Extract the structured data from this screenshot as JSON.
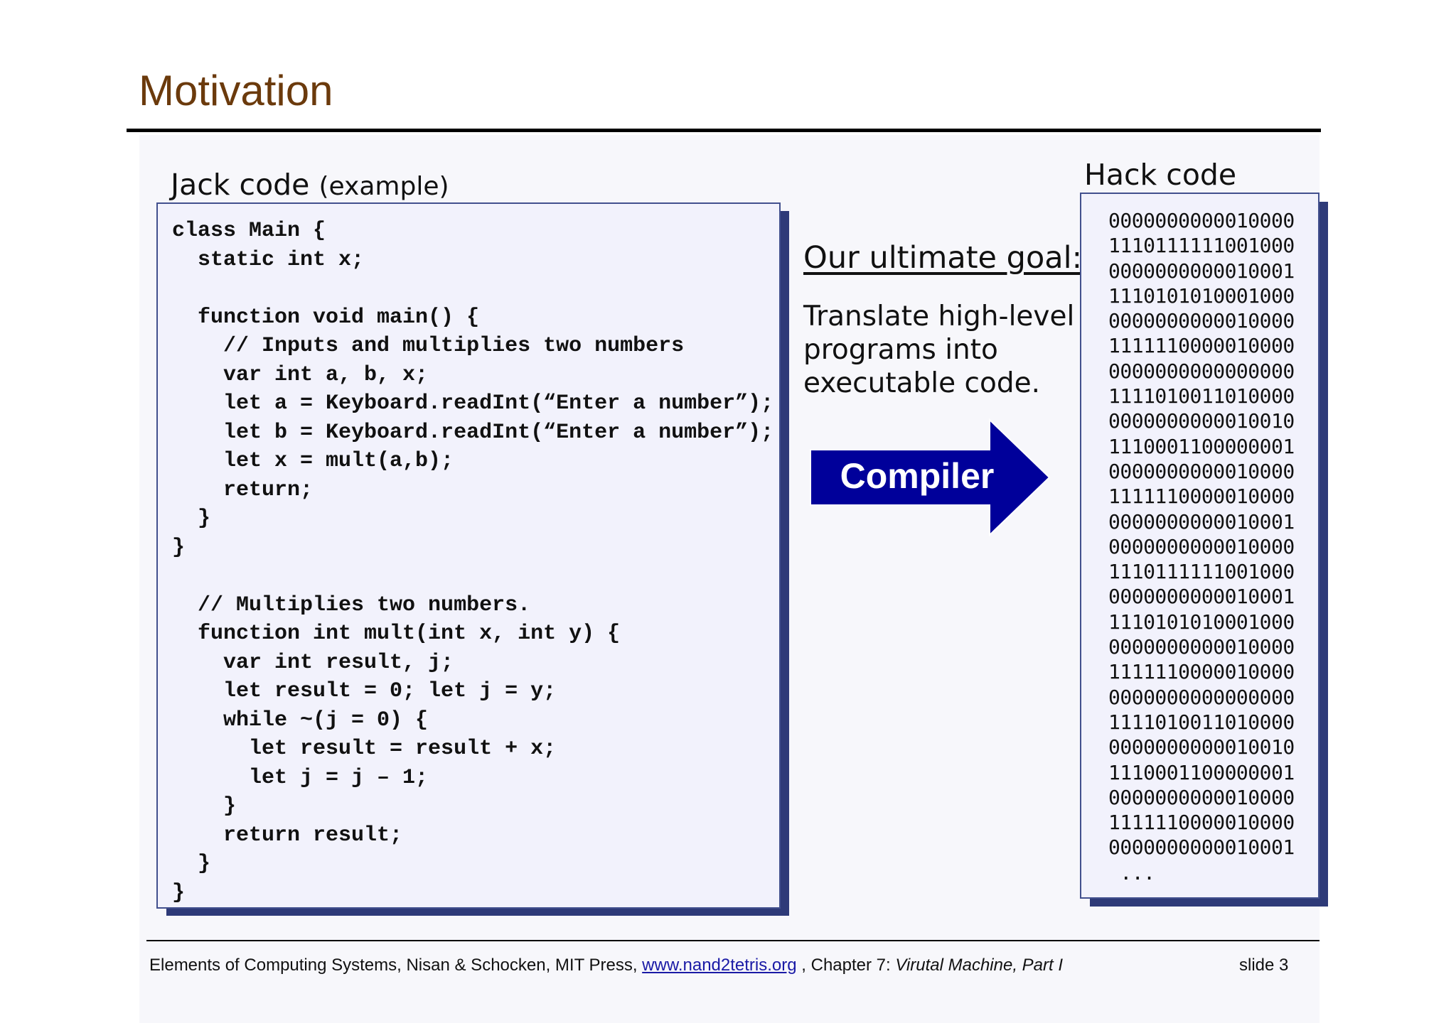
{
  "slide": {
    "title": "Motivation",
    "jack_label": "Jack code",
    "jack_label_suffix": "(example)",
    "hack_label": "Hack code",
    "goal_heading": "Our ultimate goal:",
    "goal_text": "Translate high-level programs into executable code.",
    "compiler_label": "Compiler"
  },
  "jack_code": "class Main {\n  static int x;\n\n  function void main() {\n    // Inputs and multiplies two numbers\n    var int a, b, x;\n    let a = Keyboard.readInt(“Enter a number”);\n    let b = Keyboard.readInt(“Enter a number”);\n    let x = mult(a,b);\n    return;\n  }\n}\n\n  // Multiplies two numbers.\n  function int mult(int x, int y) {\n    var int result, j;\n    let result = 0; let j = y;\n    while ~(j = 0) {\n      let result = result + x;\n      let j = j – 1;\n    }\n    return result;\n  }\n}",
  "hack_code": "0000000000010000\n1110111111001000\n0000000000010001\n1110101010001000\n0000000000010000\n1111110000010000\n0000000000000000\n1111010011010000\n0000000000010010\n1110001100000001\n0000000000010000\n1111110000010000\n0000000000010001\n0000000000010000\n1110111111001000\n0000000000010001\n1110101010001000\n0000000000010000\n1111110000010000\n0000000000000000\n1111010011010000\n0000000000010010\n1110001100000001\n0000000000010000\n1111110000010000\n0000000000010001\n ...",
  "footer": {
    "citation": "Elements of Computing Systems, Nisan & Schocken, MIT Press,",
    "link": "www.nand2tetris.org",
    "chapter": ", Chapter 7:",
    "chapter_title": "Virutal Machine, Part I",
    "slide_number": "slide 3"
  },
  "colors": {
    "title": "#6b3a0c",
    "arrow": "#00009a",
    "box_shadow": "#2e3a78",
    "box_fill": "#f2f2fc",
    "link": "#1a1aa6"
  },
  "icons": {
    "arrow": "right-arrow-shape"
  }
}
